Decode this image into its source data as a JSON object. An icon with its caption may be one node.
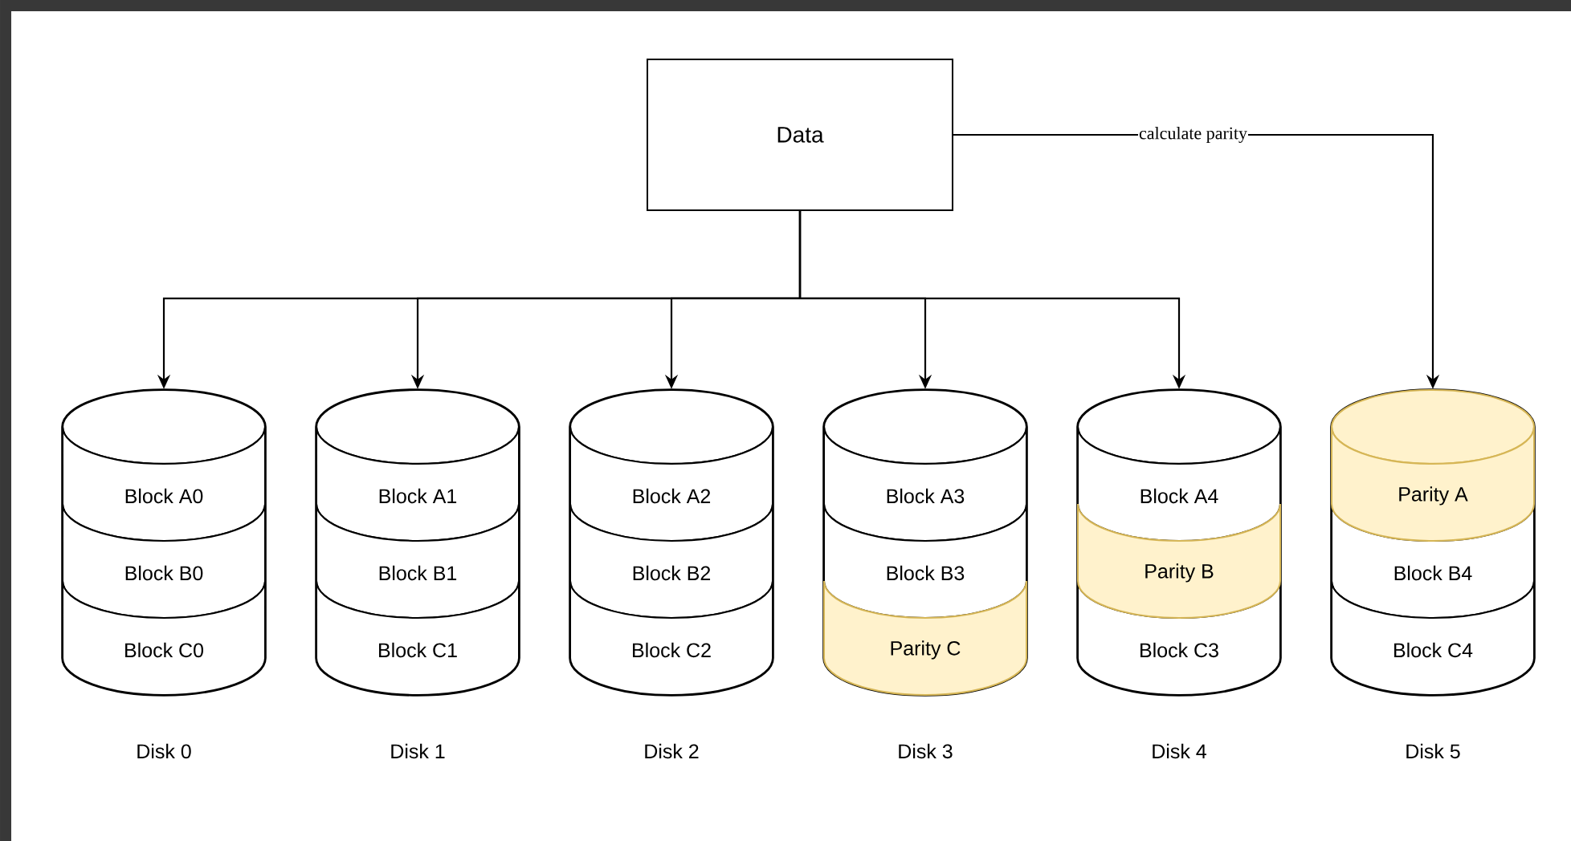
{
  "diagram": {
    "nodes": [
      {
        "text": [
          "Data"
        ]
      },
      {
        "text": [],
        "shape": "cylinder"
      },
      {
        "text": [
          "Block A0"
        ],
        "in": 1
      },
      {
        "text": [
          "Block B0"
        ],
        "in": 1
      },
      {
        "text": [
          "Block C0"
        ],
        "in": 1
      },
      {
        "text": [],
        "shape": "cylinder"
      },
      {
        "text": [
          "Block A1"
        ],
        "in": 5
      },
      {
        "text": [
          "Block B1"
        ],
        "in": 5
      },
      {
        "text": [
          "Block C1"
        ],
        "in": 5
      },
      {
        "text": [],
        "shape": "cylinder"
      },
      {
        "text": [
          "Block A2"
        ],
        "in": 9
      },
      {
        "text": [
          "Block B2"
        ],
        "in": 9
      },
      {
        "text": [
          "Block C2"
        ],
        "in": 9
      },
      {
        "text": [],
        "shape": "cylinder"
      },
      {
        "text": [
          "Block A3"
        ],
        "in": 13
      },
      {
        "text": [
          "Block B3"
        ],
        "in": 13
      },
      {
        "text": [
          "Parity C"
        ],
        "in": 13
      },
      {
        "text": [],
        "shape": "cylinder"
      },
      {
        "text": [
          "Block A4"
        ],
        "in": 17
      },
      {
        "text": [
          "Parity B"
        ],
        "in": 17
      },
      {
        "text": [
          "Block C3"
        ],
        "in": 17
      },
      {
        "text": [],
        "shape": "cylinder"
      },
      {
        "text": [
          "Parity A"
        ],
        "in": 21
      },
      {
        "text": [
          "Block B4"
        ],
        "in": 21
      },
      {
        "text": [
          "Block C4"
        ],
        "in": 21
      }
    ],
    "edges": [
      {
        "from": 0,
        "to": 1,
        "arrow": "to"
      },
      {
        "from": 0,
        "to": 5,
        "arrow": "to"
      },
      {
        "from": 0,
        "to": 9,
        "arrow": "to"
      },
      {
        "from": 0,
        "to": 13,
        "arrow": "to"
      },
      {
        "from": 0,
        "to": 17,
        "arrow": "to"
      },
      {
        "from": 0,
        "to": 21,
        "label": "calculate parity",
        "arrow": "to"
      }
    ],
    "labels": [
      "Disk 0",
      "Disk 1",
      "Disk 2",
      "Disk 3",
      "Disk 4",
      "Disk 5"
    ]
  }
}
